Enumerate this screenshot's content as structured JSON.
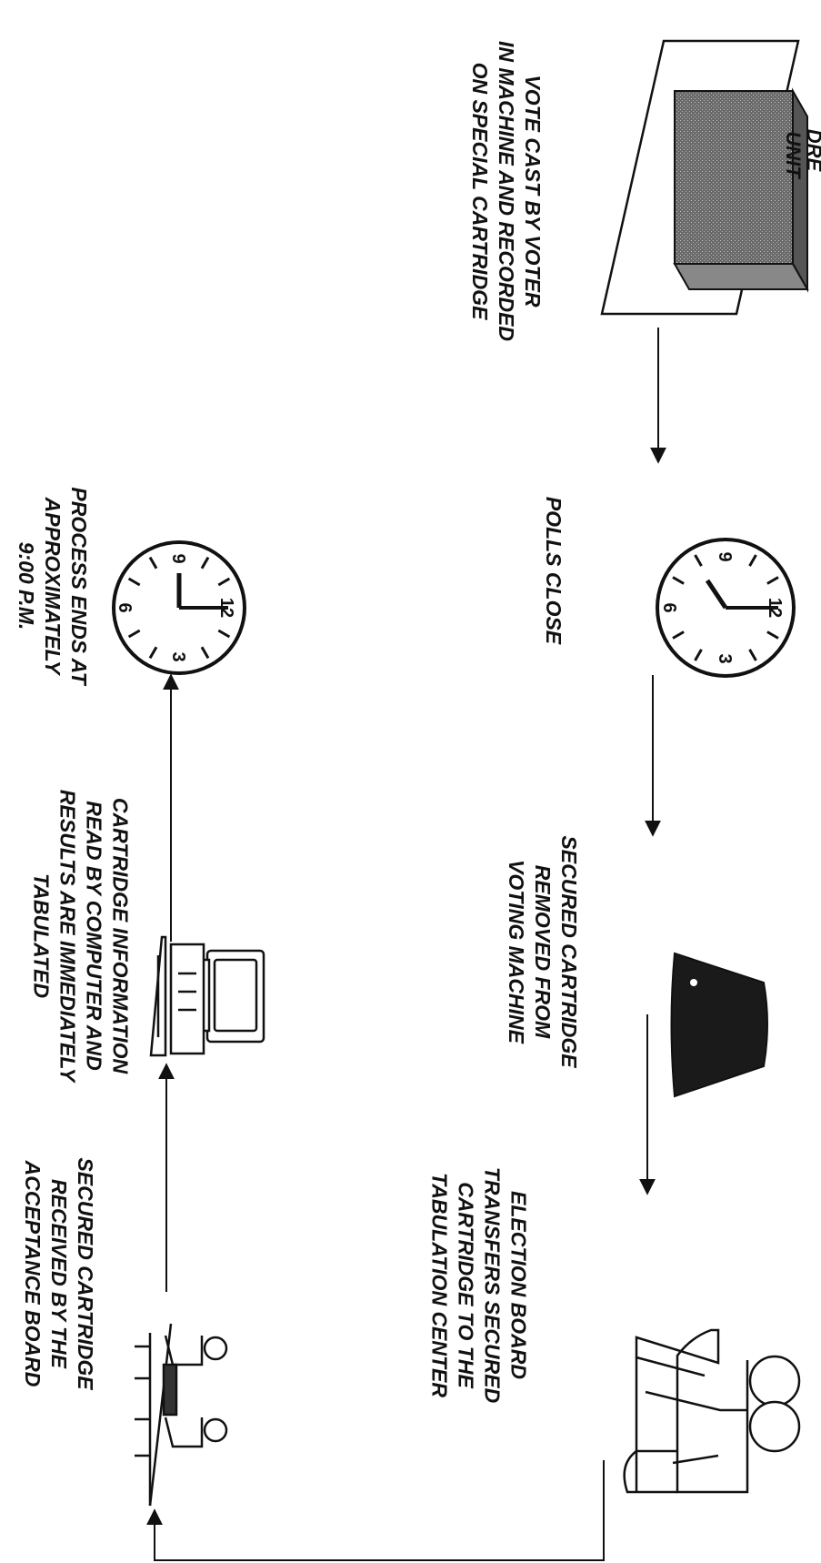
{
  "steps": [
    {
      "id": "vote",
      "icon": "voting-machine-icon",
      "lines": [
        "VOTE CAST BY VOTER",
        "IN MACHINE AND RECORDED",
        "ON SPECIAL CARTRIDGE"
      ]
    },
    {
      "id": "polls-close",
      "icon": "clock-icon",
      "lines": [
        "POLLS CLOSE"
      ]
    },
    {
      "id": "cartridge-removed",
      "icon": "cartridge-icon",
      "lines": [
        "SECURED CARTRIDGE",
        "REMOVED FROM",
        "VOTING MACHINE"
      ]
    },
    {
      "id": "transfer",
      "icon": "election-board-people-icon",
      "lines": [
        "ELECTION BOARD",
        "TRANSFERS SECURED",
        "CARTRIDGE TO THE",
        "TABULATION CENTER"
      ]
    },
    {
      "id": "received",
      "icon": "acceptance-board-desk-icon",
      "lines": [
        "SECURED CARTRIDGE",
        "RECEIVED BY THE",
        "ACCEPTANCE BOARD"
      ]
    },
    {
      "id": "tabulated",
      "icon": "computer-icon",
      "lines": [
        "CARTRIDGE INFORMATION",
        "READ BY COMPUTER AND",
        "RESULTS ARE IMMEDIATELY",
        "TABULATED"
      ]
    },
    {
      "id": "process-ends",
      "icon": "clock-icon",
      "lines": [
        "PROCESS ENDS AT",
        "APPROXIMATELY",
        "9:00 P.M."
      ]
    }
  ],
  "machine_label": [
    "DRE",
    "UNIT"
  ],
  "clock_numerals": [
    "12",
    "3",
    "6",
    "9"
  ]
}
